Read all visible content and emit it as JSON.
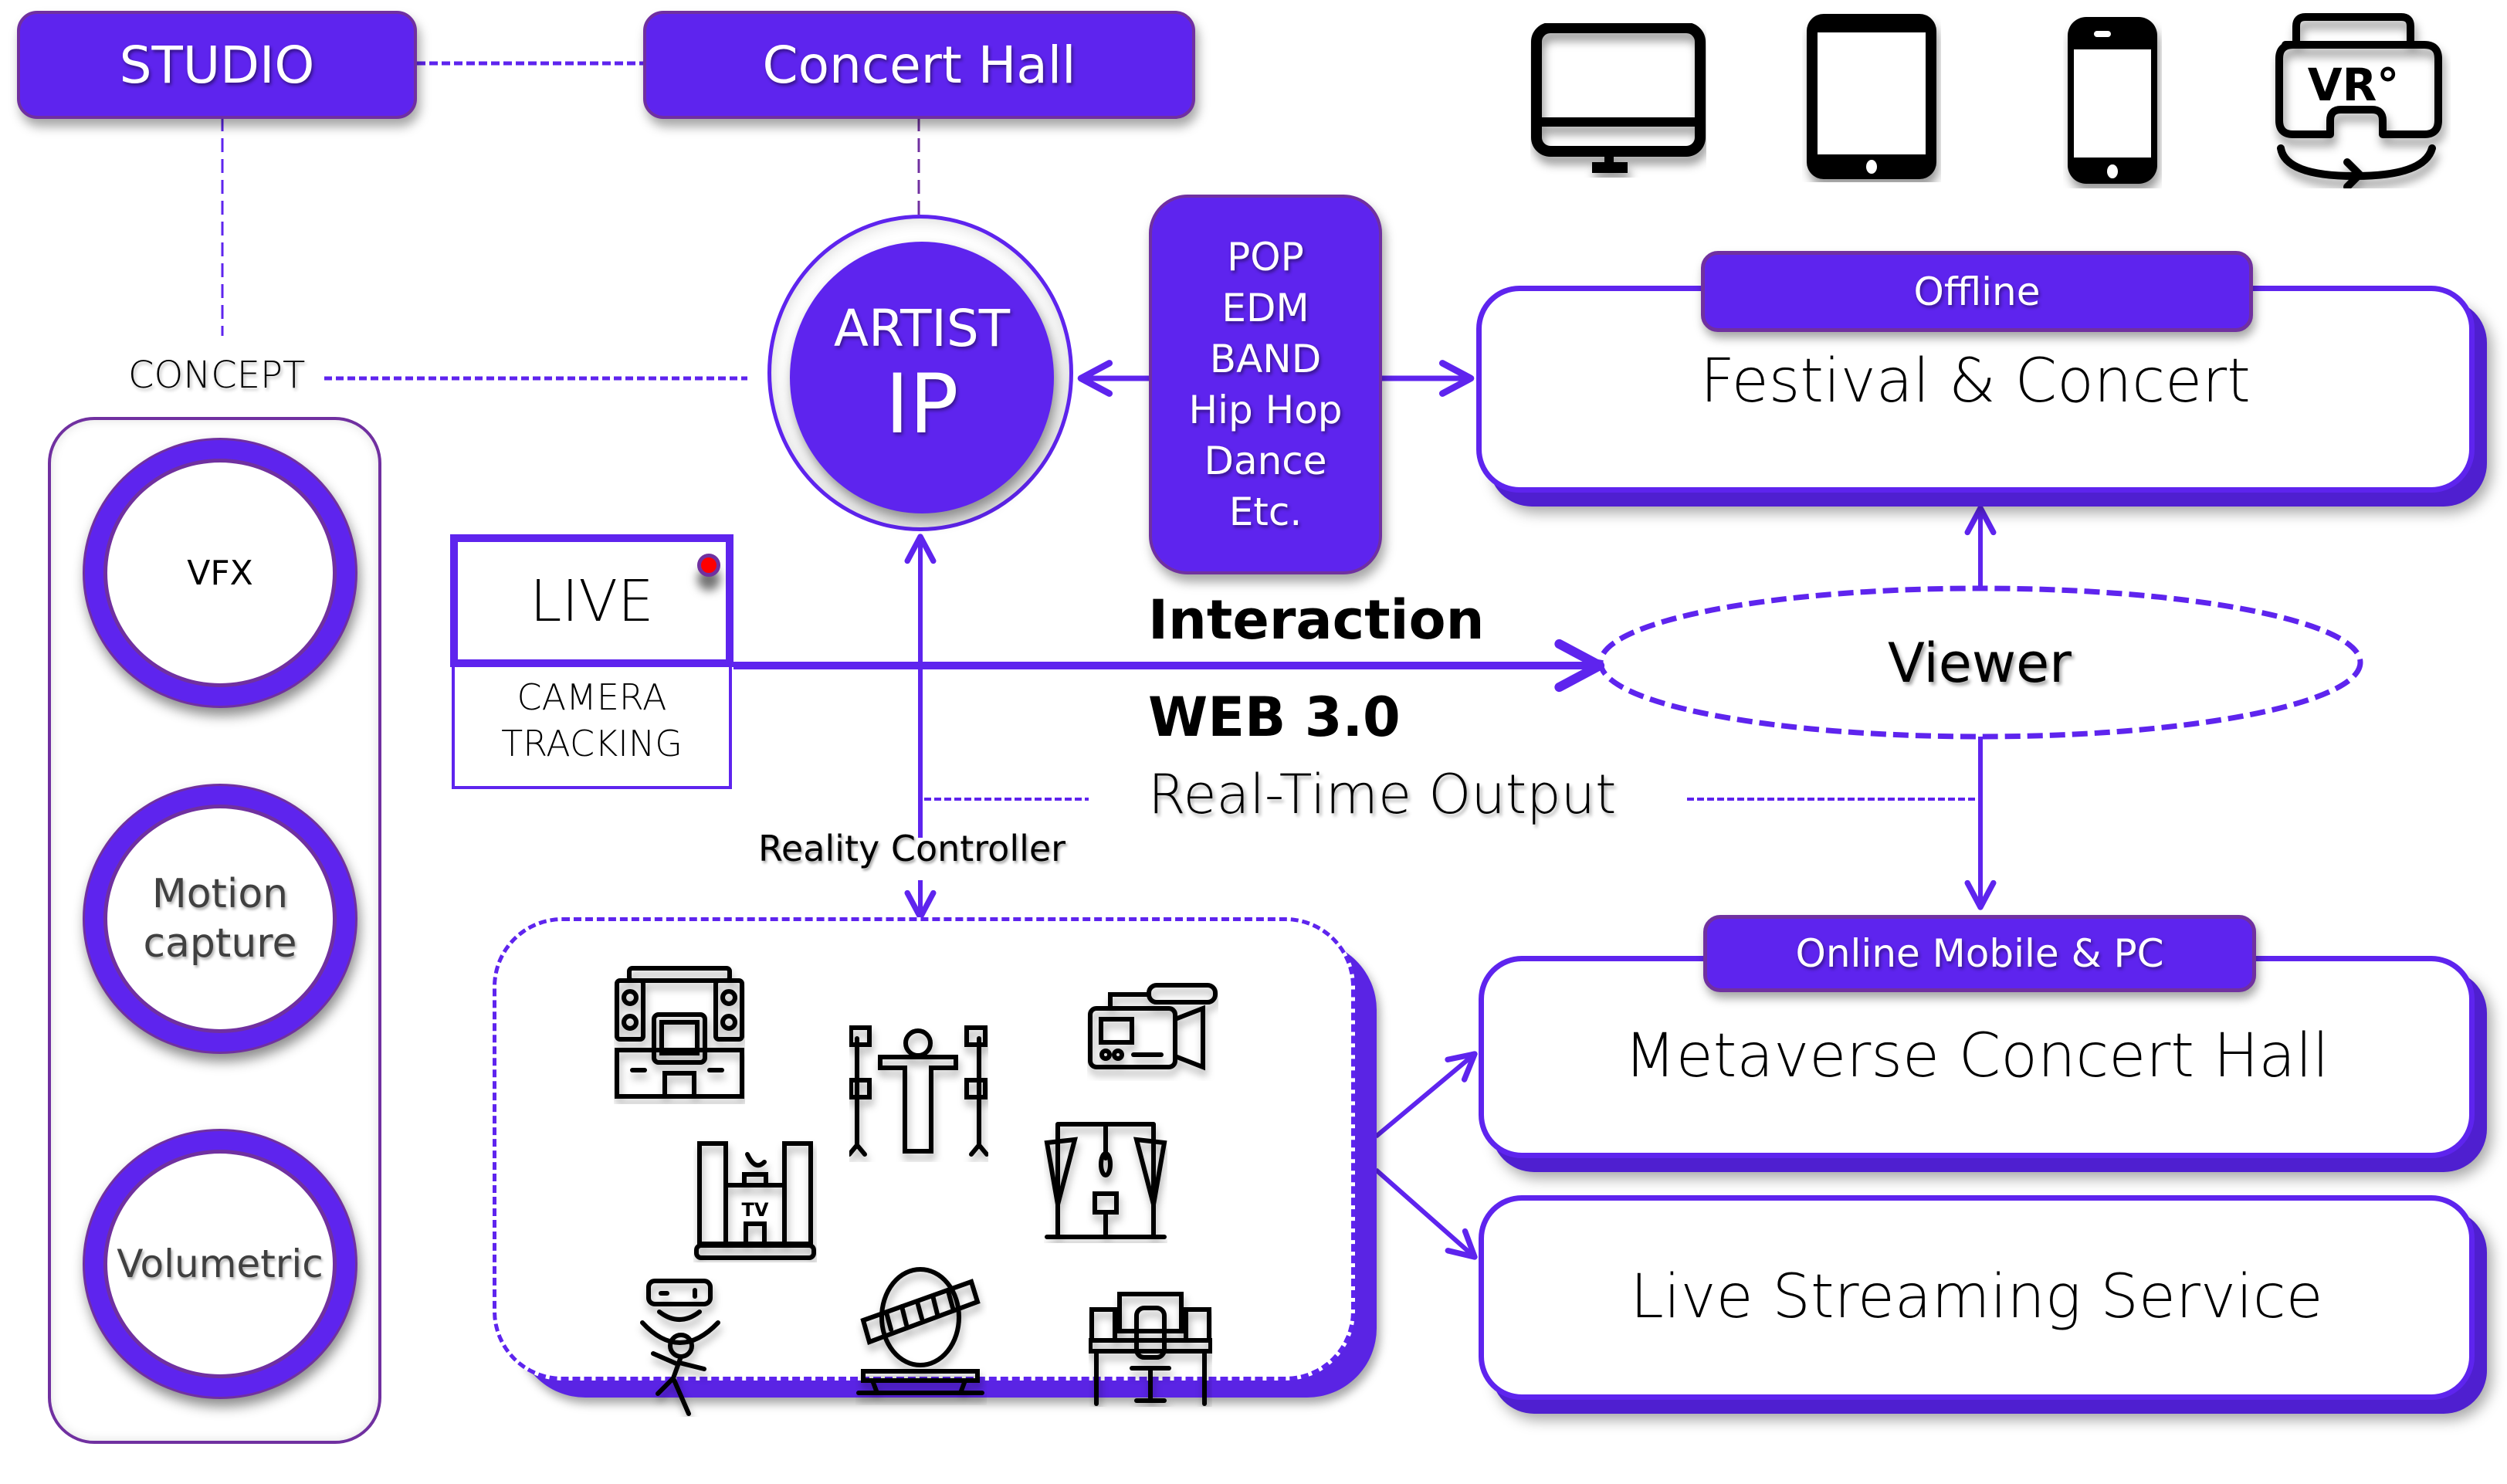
{
  "colors": {
    "accent": "#5E24EE",
    "accent_border": "#7030A0",
    "live_dot": "#FF0000",
    "text": "#000000"
  },
  "top": {
    "studio": "STUDIO",
    "concert_hall": "Concert Hall",
    "concept": "CONCEPT"
  },
  "artist": {
    "line1": "ARTIST",
    "line2": "IP"
  },
  "genres": [
    "POP",
    "EDM",
    "BAND",
    "Hip Hop",
    "Dance",
    "Etc."
  ],
  "techniques": [
    "VFX",
    "Motion capture",
    "Volumetric"
  ],
  "techniques_split": {
    "motion_line1": "Motion",
    "motion_line2": "capture"
  },
  "live": {
    "label": "LIVE",
    "camera_line1": "CAMERA",
    "camera_line2": "TRACKING"
  },
  "center_labels": {
    "interaction": "Interaction",
    "web": "WEB 3.0",
    "realtime": "Real-Time Output",
    "reality_controller": "Reality Controller",
    "viewer": "Viewer"
  },
  "offline": {
    "tab": "Offline",
    "title": "Festival & Concert"
  },
  "online": {
    "tab": "Online Mobile & PC",
    "items": [
      "Metaverse Concert Hall",
      "Live Streaming Service"
    ]
  },
  "devices": [
    "desktop-monitor",
    "tablet",
    "smartphone",
    "vr-headset"
  ],
  "vr_label": "VR°",
  "production_icons": [
    "broadcast-console-icon",
    "motion-capture-rig-icon",
    "video-camera-icon",
    "tv-station-icon",
    "stage-set-icon",
    "sensor-tracking-icon",
    "globe-film-icon",
    "editing-desk-icon"
  ],
  "tv_sign": "TV"
}
